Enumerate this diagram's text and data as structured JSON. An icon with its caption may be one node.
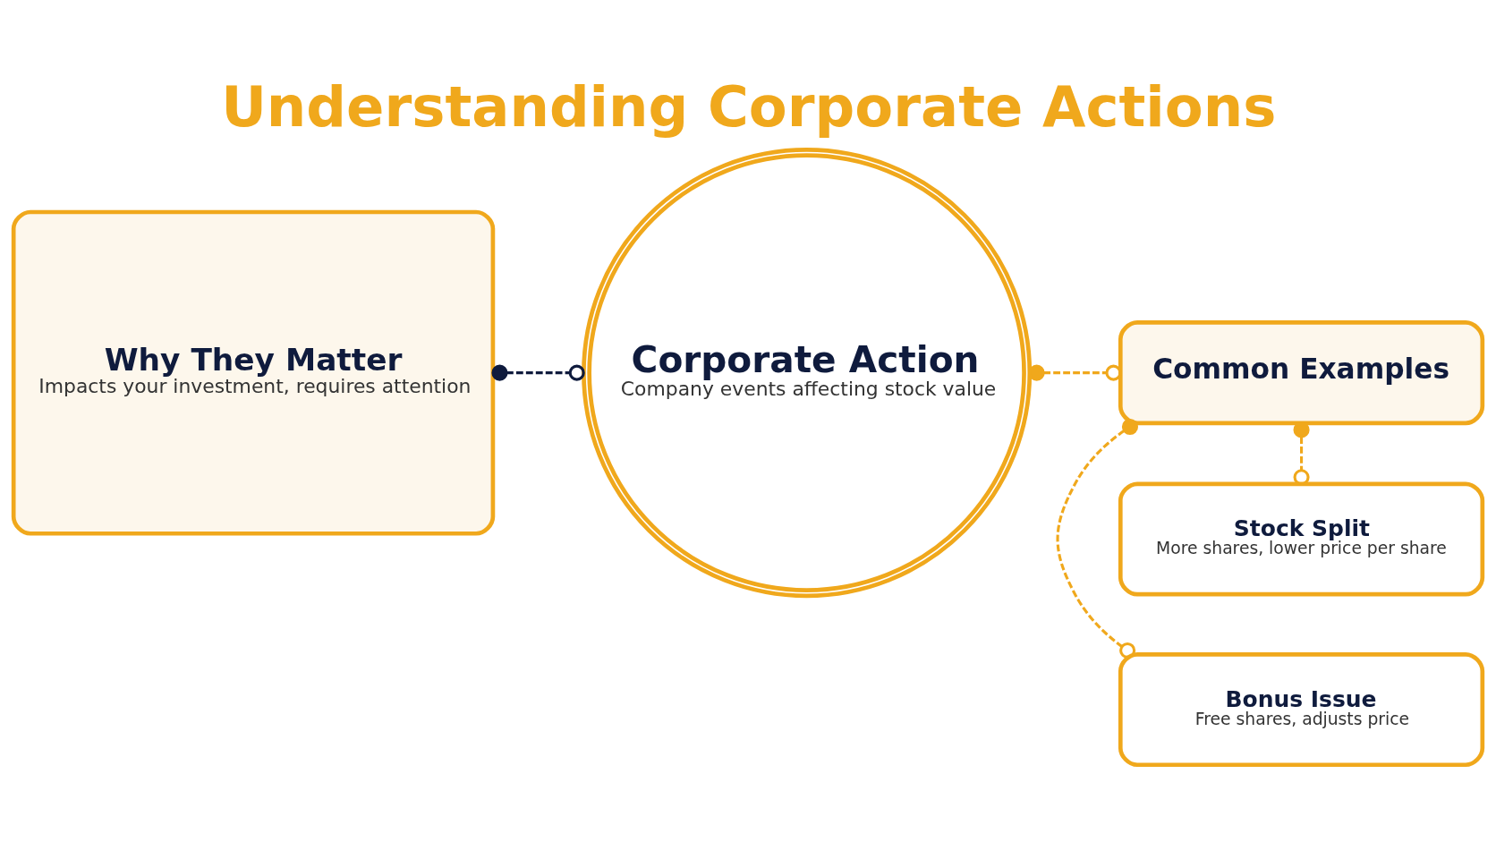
{
  "diagram": {
    "title": "Understanding Corporate Actions",
    "nodes": [
      {
        "text": [
          "Why They Matter",
          "Impacts your investment, requires attention"
        ]
      },
      {
        "text": [
          "Corporate Action",
          "Company events affecting stock value"
        ]
      },
      {
        "text": [
          "Common Examples"
        ]
      },
      {
        "text": [
          "Bonus Issue",
          "Free shares, adjusts price"
        ]
      },
      {
        "text": [
          "Stock Split",
          "More shares, lower price per share"
        ]
      }
    ],
    "edges": [
      {
        "from": 0,
        "to": 1,
        "arrow": "other",
        "style": "dashed",
        "color": "#0f1b3d"
      },
      {
        "from": 1,
        "to": 2,
        "arrow": "other",
        "style": "dashed"
      },
      {
        "from": 2,
        "to": 3,
        "arrow": "other",
        "style": "dashed"
      },
      {
        "from": 2,
        "to": 4,
        "arrow": "other",
        "style": "dashed"
      }
    ]
  }
}
